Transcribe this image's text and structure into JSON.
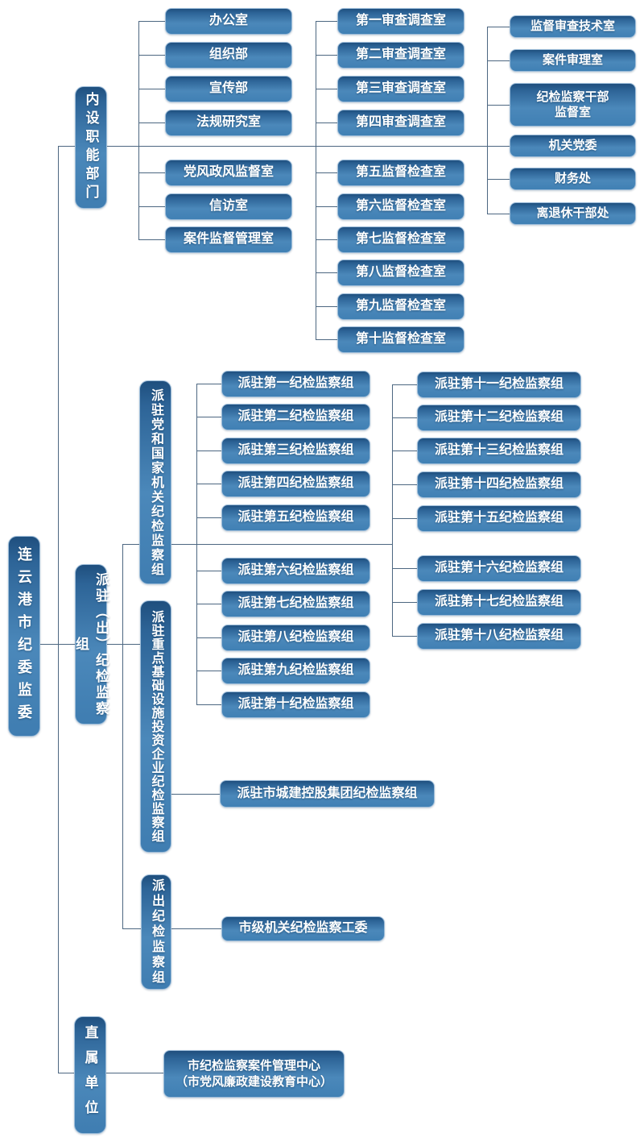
{
  "org": {
    "root": "连云港市纪委监委",
    "internal": {
      "label": "内设职能部门",
      "col1": [
        "办公室",
        "组织部",
        "宣传部",
        "法规研究室",
        "党风政风监督室",
        "信访室",
        "案件监督管理室"
      ],
      "col2": [
        "第一审查调查室",
        "第二审查调查室",
        "第三审查调查室",
        "第四审查调查室",
        "第五监督检查室",
        "第六监督检查室",
        "第七监督检查室",
        "第八监督检查室",
        "第九监督检查室",
        "第十监督检查室"
      ],
      "col3": [
        "监督审查技术室",
        "案件审理室",
        "纪检监察干部\n监督室",
        "机关党委",
        "财务处",
        "离退休干部处"
      ]
    },
    "dispatched": {
      "label": "派驻（出）纪检监察组",
      "state_organs": {
        "label": "派驻党和国家机关纪检监察组",
        "groups_1_10": [
          "派驻第一纪检监察组",
          "派驻第二纪检监察组",
          "派驻第三纪检监察组",
          "派驻第四纪检监察组",
          "派驻第五纪检监察组",
          "派驻第六纪检监察组",
          "派驻第七纪检监察组",
          "派驻第八纪检监察组",
          "派驻第九纪检监察组",
          "派驻第十纪检监察组"
        ],
        "groups_11_18": [
          "派驻第十一纪检监察组",
          "派驻第十二纪检监察组",
          "派驻第十三纪检监察组",
          "派驻第十四纪检监察组",
          "派驻第十五纪检监察组",
          "派驻第十六纪检监察组",
          "派驻第十七纪检监察组",
          "派驻第十八纪检监察组"
        ]
      },
      "infrastructure": {
        "label": "派驻重点基础设施投资企业纪检监察组",
        "child": "派驻市城建控股集团纪检监察组"
      },
      "dispatch_out": {
        "label": "派出纪检监察组",
        "child": "市级机关纪检监察工委"
      }
    },
    "direct": {
      "label": "直属单位",
      "child": "市纪检监察案件管理中心\n（市党风廉政建设教育中心）"
    }
  },
  "colors": {
    "box_gradient_top": "#1f4f7e",
    "box_gradient_mid": "#4b88ba",
    "box_gradient_bottom": "#3f7db1",
    "box_border": "#9cbcd9",
    "connector": "#4d6781",
    "text": "#ffffff",
    "background": "#ffffff"
  }
}
